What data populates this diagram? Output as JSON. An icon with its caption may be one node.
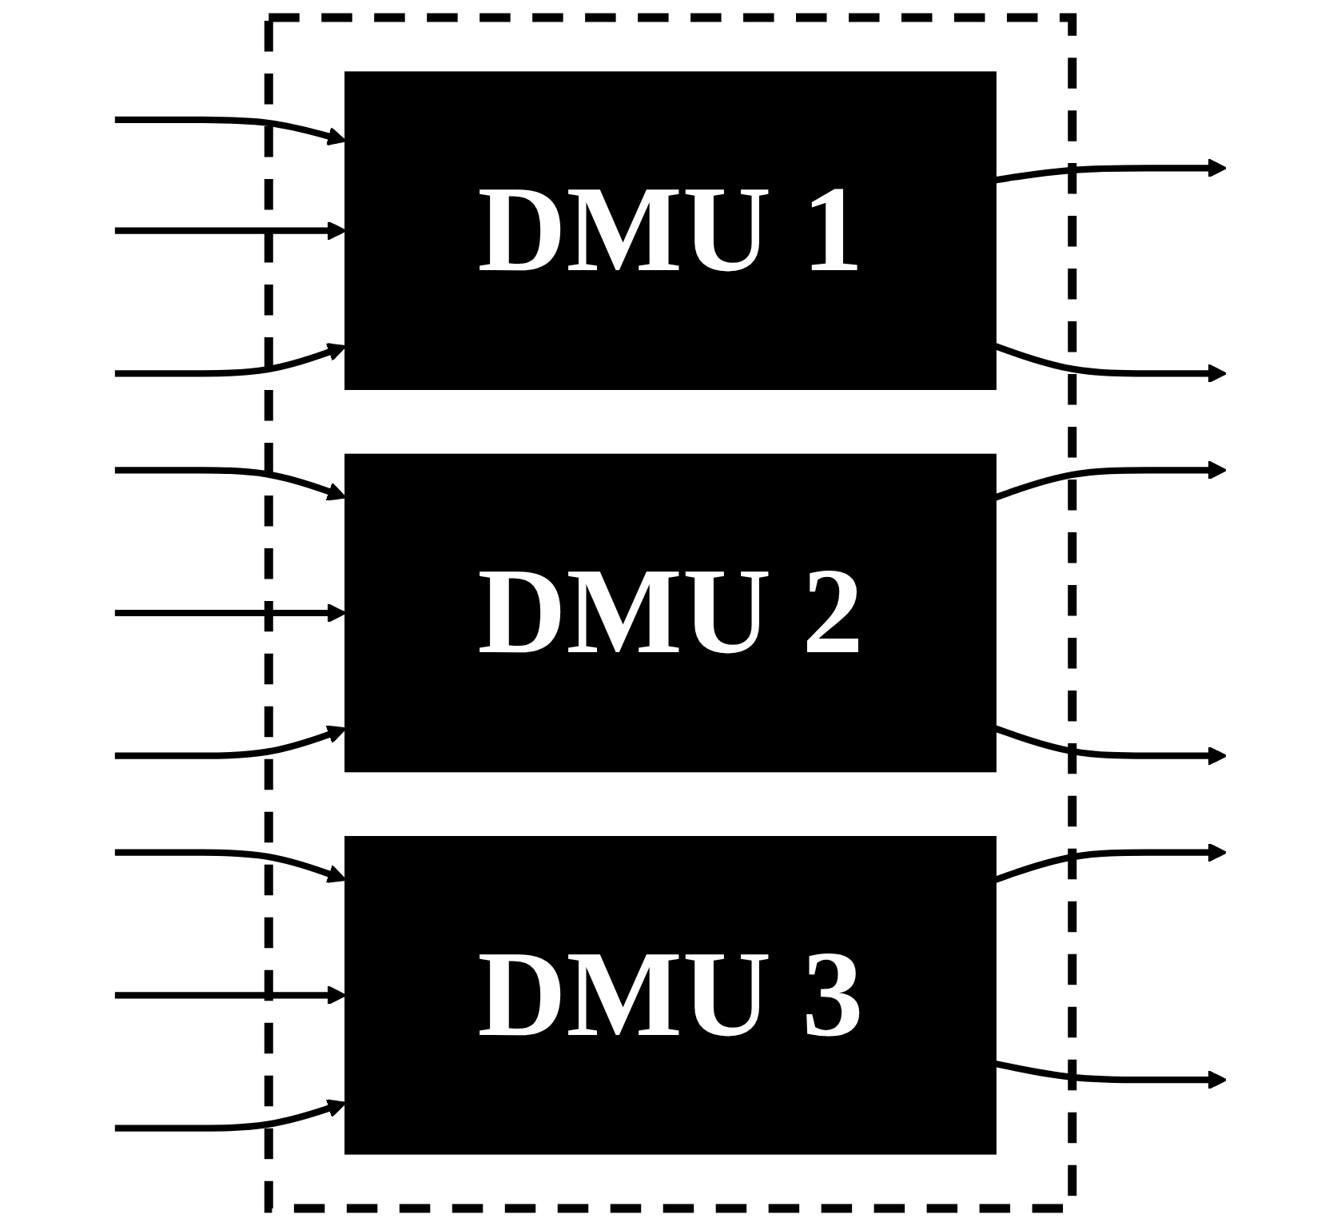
{
  "diagram": {
    "nodes": [
      {
        "text": [],
        "shape": "box"
      },
      {
        "text": [
          "DMU 1"
        ],
        "in": 0
      },
      {
        "text": [
          "DMU 2"
        ],
        "in": 0
      },
      {
        "text": [
          "DMU 3"
        ],
        "in": 0
      }
    ],
    "edges": [
      {
        "from": null,
        "to": 1,
        "arrow": "to"
      },
      {
        "from": null,
        "to": 1,
        "arrow": "to"
      },
      {
        "from": null,
        "to": 1,
        "arrow": "to"
      },
      {
        "from": 1,
        "to": null,
        "arrow": "to"
      },
      {
        "from": 1,
        "to": null,
        "arrow": "to"
      },
      {
        "from": null,
        "to": 2,
        "arrow": "to"
      },
      {
        "from": null,
        "to": 2,
        "arrow": "to"
      },
      {
        "from": null,
        "to": 2,
        "arrow": "to"
      },
      {
        "from": 2,
        "to": null,
        "arrow": "to"
      },
      {
        "from": 2,
        "to": null,
        "arrow": "to"
      },
      {
        "from": null,
        "to": 3,
        "arrow": "to"
      },
      {
        "from": null,
        "to": 3,
        "arrow": "to"
      },
      {
        "from": null,
        "to": 3,
        "arrow": "to"
      },
      {
        "from": 3,
        "to": null,
        "arrow": "to"
      },
      {
        "from": 3,
        "to": null,
        "arrow": "to"
      }
    ]
  }
}
